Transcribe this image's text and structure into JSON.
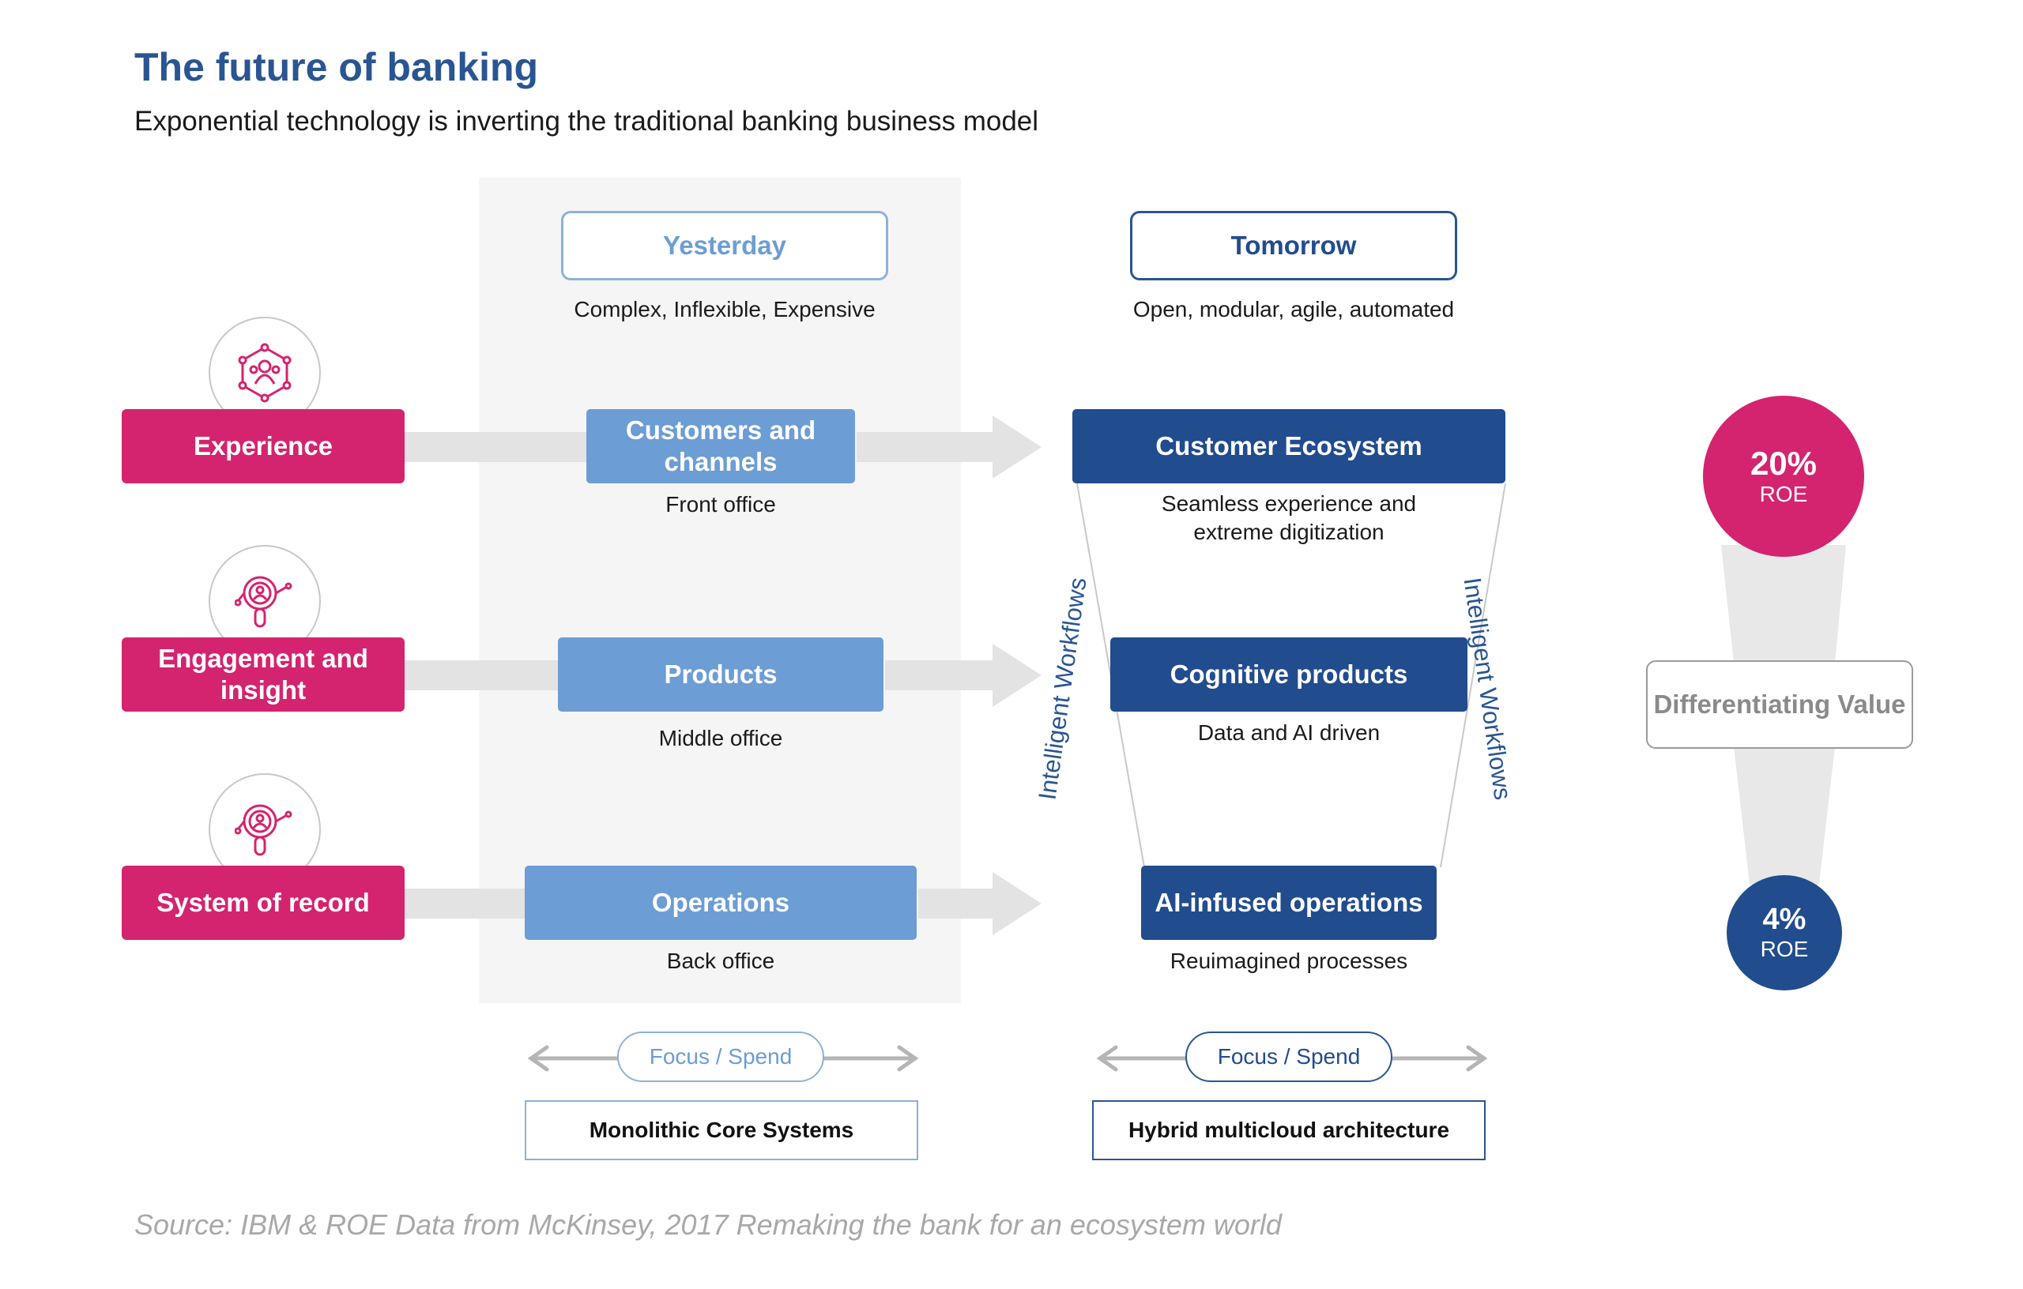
{
  "title": "The future of banking",
  "subtitle": "Exponential technology is inverting the traditional banking business model",
  "columns": {
    "yesterday": {
      "label": "Yesterday",
      "caption": "Complex, Inflexible, Expensive"
    },
    "tomorrow": {
      "label": "Tomorrow",
      "caption": "Open, modular, agile, automated"
    }
  },
  "layers": [
    {
      "name": "Experience",
      "icon": "network-people-icon",
      "yesterday": {
        "label": "Customers and channels",
        "caption": "Front office"
      },
      "tomorrow": {
        "label": "Customer Ecosystem",
        "caption": "Seamless experience and extreme digitization"
      }
    },
    {
      "name": "Engagement and insight",
      "icon": "magnifier-person-icon",
      "yesterday": {
        "label": "Products",
        "caption": "Middle office"
      },
      "tomorrow": {
        "label": "Cognitive products",
        "caption": "Data and AI driven"
      }
    },
    {
      "name": "System of record",
      "icon": "magnifier-person-icon",
      "yesterday": {
        "label": "Operations",
        "caption": "Back office"
      },
      "tomorrow": {
        "label": "AI-infused operations",
        "caption": "Reuimagined processes"
      }
    }
  ],
  "workflows_label": "Intelligent Workflows",
  "focus_label": "Focus / Spend",
  "core_systems": {
    "yesterday": "Monolithic Core Systems",
    "tomorrow": "Hybrid multicloud architecture"
  },
  "roe": {
    "high": {
      "value": "20%",
      "label": "ROE"
    },
    "low": {
      "value": "4%",
      "label": "ROE"
    },
    "middle_label": "Differentiating Value"
  },
  "source": "Source: IBM & ROE Data from McKinsey, 2017 Remaking the bank for an ecosystem world",
  "colors": {
    "pink": "#d4246f",
    "light_blue": "#6c9dd4",
    "dark_blue": "#214c8e",
    "title_blue": "#2a5592",
    "gray_arrow": "#e3e3e3"
  }
}
